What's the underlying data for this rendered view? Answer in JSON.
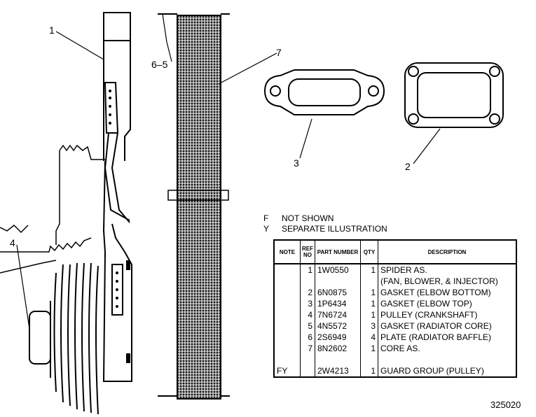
{
  "callouts": {
    "c1": "1",
    "c65": "6–5",
    "c7": "7",
    "c3": "3",
    "c2": "2",
    "c4": "4"
  },
  "legend": [
    {
      "code": "F",
      "text": "NOT SHOWN"
    },
    {
      "code": "Y",
      "text": "SEPARATE ILLUSTRATION"
    }
  ],
  "table": {
    "headers": {
      "note": "NOTE",
      "ref": "REF NO",
      "part": "PART NUMBER",
      "qty": "QTY",
      "desc": "DESCRIPTION"
    },
    "rows": [
      {
        "note": "",
        "ref": "1",
        "part": "1W0550",
        "qty": "1",
        "desc": "SPIDER AS."
      },
      {
        "note": "",
        "ref": "",
        "part": "",
        "qty": "",
        "desc": "(FAN, BLOWER, & INJECTOR)"
      },
      {
        "note": "",
        "ref": "2",
        "part": "6N0875",
        "qty": "1",
        "desc": "GASKET (ELBOW BOTTOM)"
      },
      {
        "note": "",
        "ref": "3",
        "part": "1P6434",
        "qty": "1",
        "desc": "GASKET (ELBOW TOP)"
      },
      {
        "note": "",
        "ref": "4",
        "part": "7N6724",
        "qty": "1",
        "desc": "PULLEY (CRANKSHAFT)"
      },
      {
        "note": "",
        "ref": "5",
        "part": "4N5572",
        "qty": "3",
        "desc": "GASKET (RADIATOR CORE)"
      },
      {
        "note": "",
        "ref": "6",
        "part": "2S6949",
        "qty": "4",
        "desc": "PLATE (RADIATOR BAFFLE)"
      },
      {
        "note": "",
        "ref": "7",
        "part": "8N2602",
        "qty": "1",
        "desc": "CORE AS."
      },
      {
        "note": "",
        "ref": "",
        "part": "",
        "qty": "",
        "desc": ""
      },
      {
        "note": "FY",
        "ref": "",
        "part": "2W4213",
        "qty": "1",
        "desc": "GUARD GROUP (PULLEY)"
      }
    ]
  },
  "drawing_number": "325020"
}
